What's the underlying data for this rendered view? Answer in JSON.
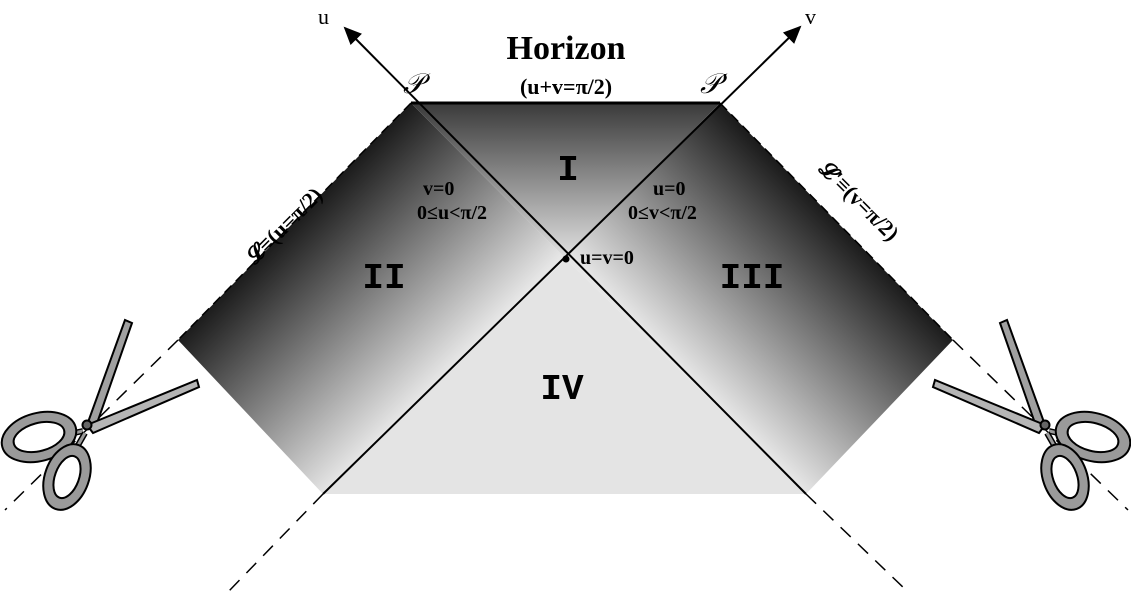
{
  "axes": {
    "u": "u",
    "v": "v"
  },
  "horizon": {
    "title": "Horizon",
    "equation": "(u+v=π/2)"
  },
  "points": {
    "p": "𝒫",
    "p_prime": "𝒫'",
    "origin": "u=v=0"
  },
  "edges": {
    "left": "𝓛≡(u=π/2)",
    "right": "𝓛'≡(v=π/2)"
  },
  "axis_labels": {
    "left_line1": "v=0",
    "left_line2": "0≤u<π/2",
    "right_line1": "u=0",
    "right_line2": "0≤v<π/2"
  },
  "regions": {
    "r1": "I",
    "r2": "II",
    "r3": "III",
    "r4": "IV"
  },
  "icons": {
    "left": "scissors-icon",
    "right": "scissors-icon"
  },
  "colors": {
    "line": "#000000",
    "shade_dark": "#2a2a2a",
    "shade_light": "#e6e6e6",
    "scissors": "#9a9a9a"
  }
}
